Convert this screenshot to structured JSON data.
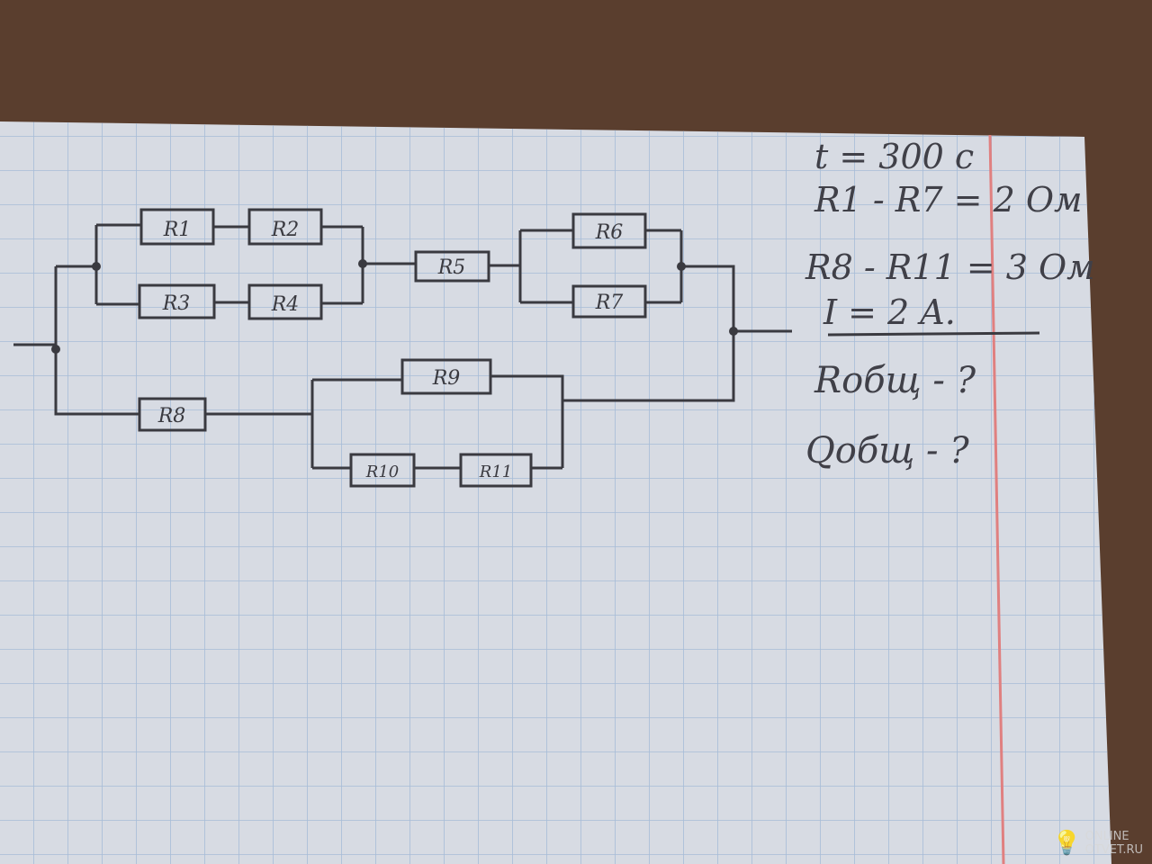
{
  "circuit": {
    "resistors": [
      "R1",
      "R2",
      "R3",
      "R4",
      "R5",
      "R6",
      "R7",
      "R8",
      "R9",
      "R10",
      "R11"
    ]
  },
  "given": {
    "time": "t = 300 c",
    "r1_r7": "R1 - R7 = 2 Ом",
    "r8_r11": "R8 - R11 = 3 Ом",
    "current": "I = 2 A."
  },
  "find": {
    "total_resistance": "Rобщ - ?",
    "total_heat": "Qобщ - ?"
  },
  "watermark": {
    "line1": "ONLINE",
    "line2": "OTVET.RU"
  },
  "colors": {
    "ink": "#3a3a40",
    "grid": "#9fb6d6",
    "margin": "#e08080",
    "table": "#5a3e2e",
    "paper": "#dcdfe6"
  }
}
